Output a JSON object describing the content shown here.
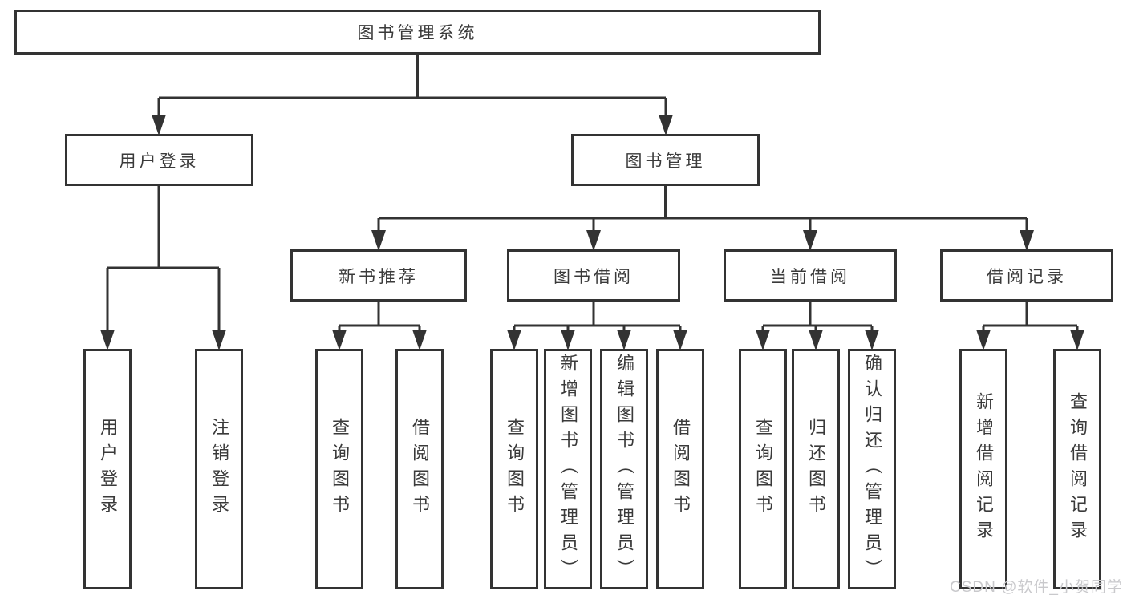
{
  "diagram": {
    "root": "图书管理系统",
    "branches": [
      {
        "label": "用户登录",
        "children": [
          "用户登录",
          "注销登录"
        ]
      },
      {
        "label": "图书管理",
        "sections": [
          {
            "label": "新书推荐",
            "children": [
              "查询图书",
              "借阅图书"
            ]
          },
          {
            "label": "图书借阅",
            "children": [
              "查询图书",
              "新增图书（管理员）",
              "编辑图书（管理员）",
              "借阅图书"
            ]
          },
          {
            "label": "当前借阅",
            "children": [
              "查询图书",
              "归还图书",
              "确认归还（管理员）"
            ]
          },
          {
            "label": "借阅记录",
            "children": [
              "新增借阅记录",
              "查询借阅记录"
            ]
          }
        ]
      }
    ],
    "colors": {
      "line": "#333333",
      "text": "#3a3a3a",
      "watermark": "#c9c9cc",
      "background": "#ffffff"
    }
  },
  "watermark": "CSDN @软件_小贺同学"
}
